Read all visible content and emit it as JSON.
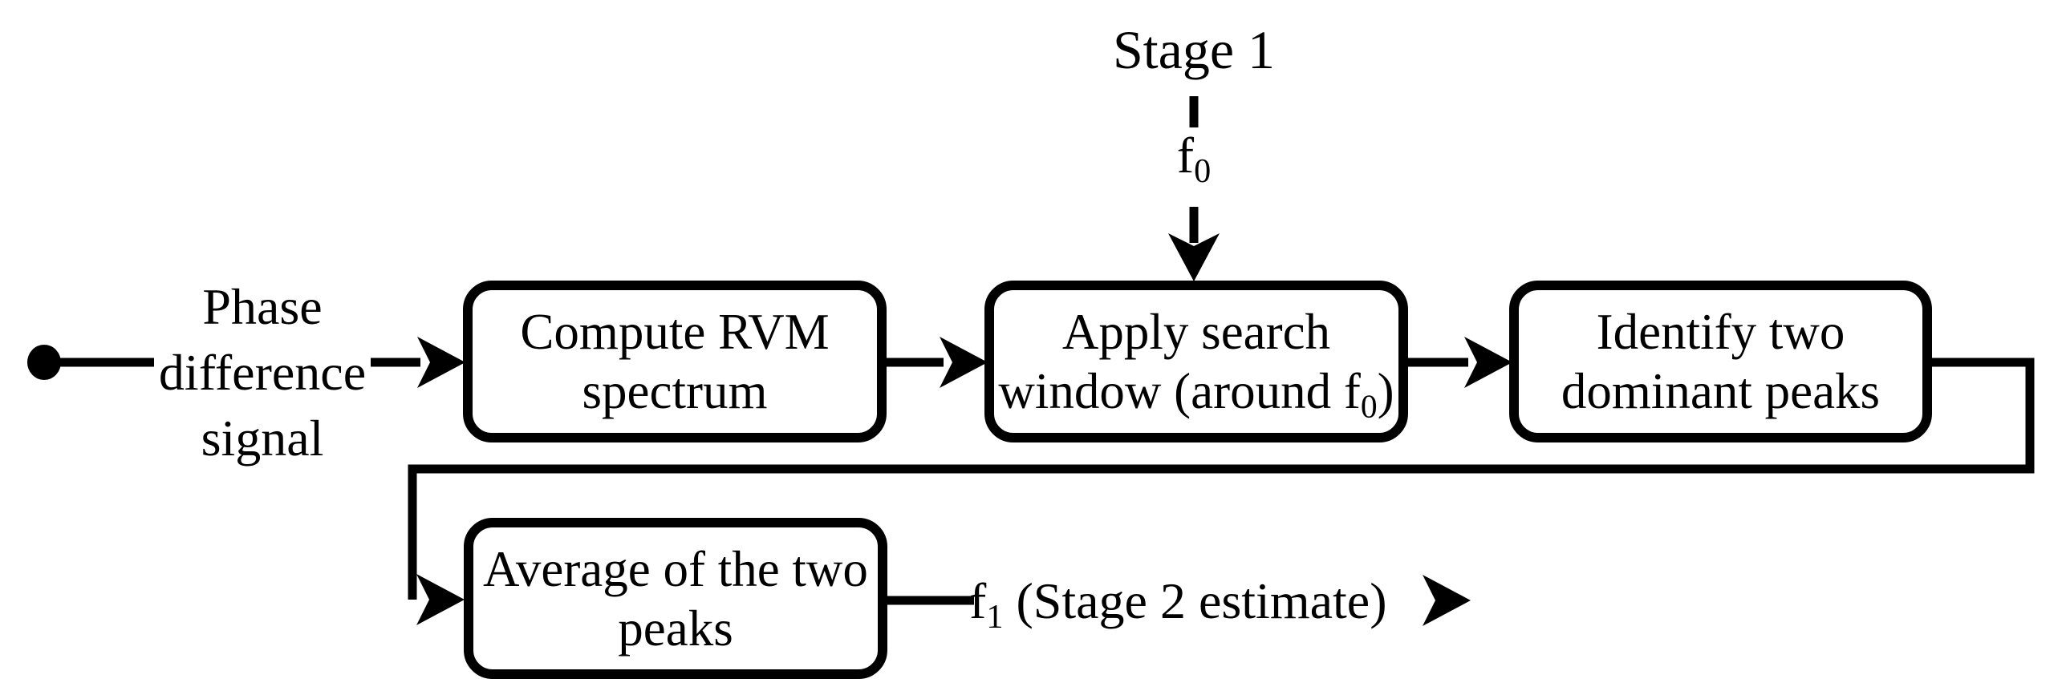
{
  "colors": {
    "ink": "#000000",
    "background": "#ffffff"
  },
  "stage1": {
    "label": "Stage 1"
  },
  "f0_annotation": {
    "base": "f",
    "sub": "0"
  },
  "input": {
    "line1": "Phase",
    "line2": "difference",
    "line3": "signal"
  },
  "boxes": {
    "compute": {
      "line1": "Compute RVM",
      "line2": "spectrum"
    },
    "window": {
      "line1": "Apply search",
      "line2_pre": "window (around f",
      "line2_sub": "0",
      "line2_post": ")"
    },
    "identify": {
      "line1": "Identify two",
      "line2": "dominant peaks"
    },
    "average": {
      "line1": "Average of the two",
      "line2": "peaks"
    }
  },
  "output": {
    "base": "f",
    "sub": "1",
    "rest": " (Stage 2 estimate)"
  }
}
